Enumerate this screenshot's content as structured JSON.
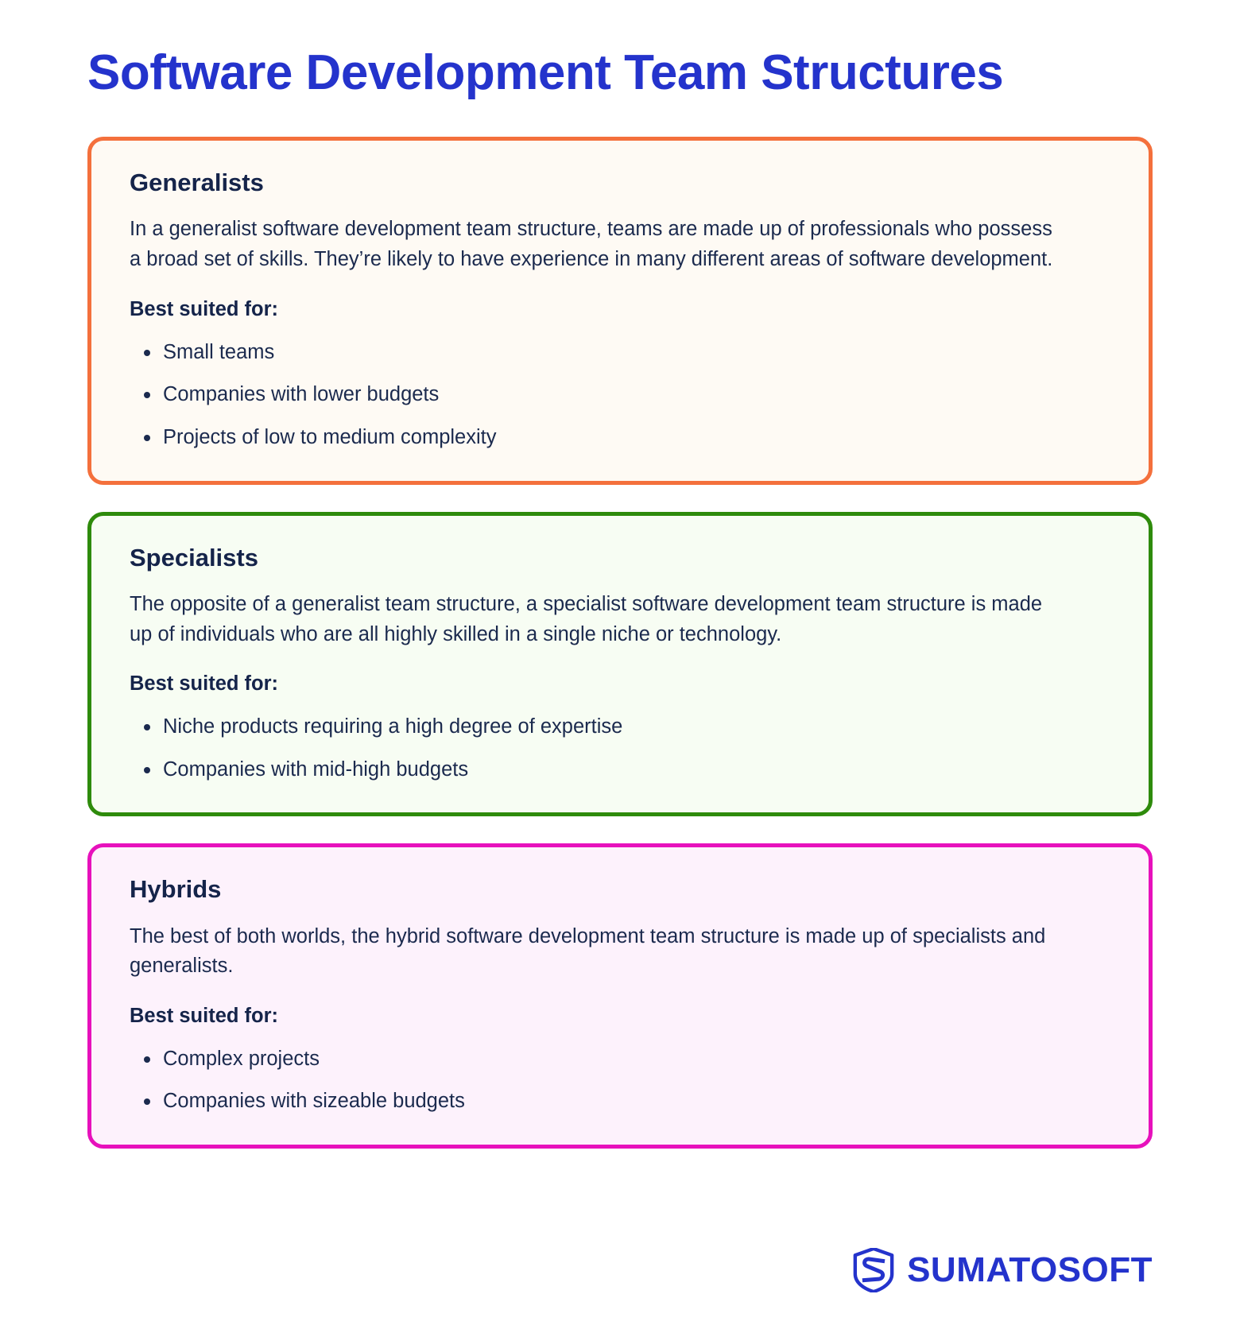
{
  "page": {
    "title": "Software Development Team Structures",
    "background_color": "#FFFFFF",
    "title_color": "#2433CC"
  },
  "cards": [
    {
      "id": "generalists",
      "title": "Generalists",
      "description": "In a generalist software development team structure, teams are made up of professionals who possess a broad set of skills. They’re likely to have experience in many different areas of software development.",
      "best_label": "Best suited for:",
      "bullets": [
        "Small teams",
        "Companies with lower budgets",
        "Projects of low to medium complexity"
      ],
      "border_color": "#F4703C",
      "background_color": "#FEFAF4"
    },
    {
      "id": "specialists",
      "title": "Specialists",
      "description": "The opposite of a generalist team structure, a specialist software development team structure is made up of individuals who are all highly skilled in a single niche or technology.",
      "best_label": "Best suited for:",
      "bullets": [
        "Niche products requiring a high degree of expertise",
        "Companies with mid-high budgets"
      ],
      "border_color": "#2E8B0B",
      "background_color": "#F7FDF3"
    },
    {
      "id": "hybrids",
      "title": "Hybrids",
      "description": "The best of both worlds, the hybrid software development team structure is made up of specialists and generalists.",
      "best_label": "Best suited for:",
      "bullets": [
        "Complex projects",
        "Companies with sizeable budgets"
      ],
      "border_color": "#E711BC",
      "background_color": "#FDF2FC"
    }
  ],
  "footer": {
    "logo_icon": "shield-s-logo-icon",
    "brand_name": "SUMATOSOFT",
    "brand_color": "#2433CC"
  }
}
